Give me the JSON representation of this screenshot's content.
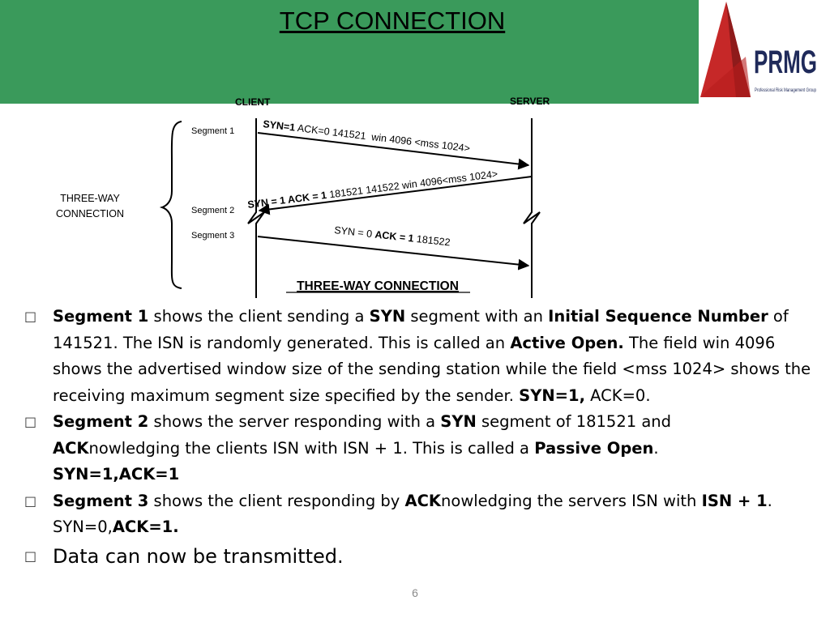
{
  "slide": {
    "title": "TCP CONNECTION",
    "page_number": "6",
    "colors": {
      "header": "#3a9a5b",
      "logo_red": "#c62828",
      "logo_navy": "#1f2a5a"
    }
  },
  "logo": {
    "text": "PRMG",
    "tagline": "Professional Risk Management Group"
  },
  "diagram": {
    "client_label": "CLIENT",
    "server_label": "SERVER",
    "brace_label_line1": "THREE-WAY",
    "brace_label_line2": "CONNECTION",
    "segment1_label": "Segment 1",
    "segment2_label": "Segment 2",
    "segment3_label": "Segment 3",
    "seg1_bold": "SYN=1",
    "seg1_text": " ACK=0 141521  win 4096 <mss 1024>",
    "seg2_bold": "SYN = 1 ACK = 1",
    "seg2_text": " 181521 141522 win 4096<mss 1024>",
    "seg3_text1": "SYN = 0 ",
    "seg3_bold": "ACK = 1",
    "seg3_text2": " 181522",
    "caption": "THREE-WAY CONNECTION"
  },
  "bullets": {
    "b1": {
      "s1": "Segment 1",
      "t1": " shows the client sending a ",
      "s2": "SYN",
      "t2": " segment with an ",
      "s3": "Initial Sequence Number",
      "t3": " of 141521. The ISN is randomly generated. This is called an ",
      "s4": "Active Open.",
      "t4": " The field win 4096 shows the advertised window size of the sending station while the field <mss 1024> shows the receiving maximum segment size specified by the sender. ",
      "s5": "SYN=1,",
      "t5": " ACK=0."
    },
    "b2": {
      "s1": "Segment 2",
      "t1": " shows the server responding  with a ",
      "s2": "SYN",
      "t2": " segment of 181521 and ",
      "s3": "ACK",
      "t3": "nowledging  the clients ISN with ISN + 1. This is called a ",
      "s4": "Passive Open",
      "t4": ".",
      "s5": "SYN=1,ACK=1"
    },
    "b3": {
      "s1": "Segment 3",
      "t1": " shows the client responding by ",
      "s2": "ACK",
      "t2": "nowledging the servers ISN with ",
      "s3": "ISN + 1",
      "t3": ". SYN=0,",
      "s4": "ACK=1."
    },
    "b4": {
      "text": "Data can now be transmitted."
    }
  }
}
